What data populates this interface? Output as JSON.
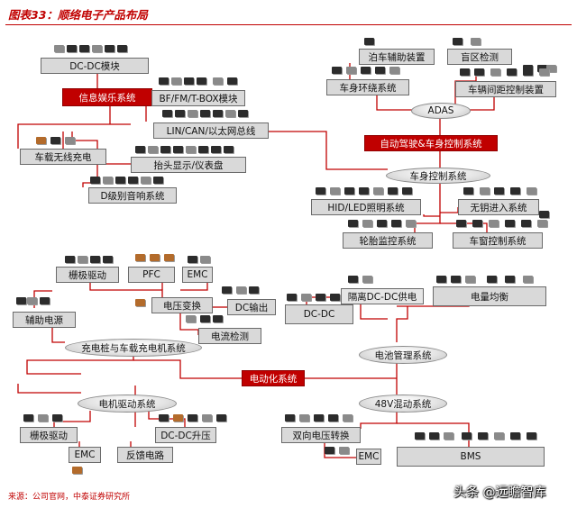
{
  "header": {
    "title": "图表33：顺络电子产品布局"
  },
  "footer": {
    "source": "来源：公司官网，中泰证券研究所",
    "watermark": "头条 @远瞻智库"
  },
  "upper": {
    "dcdc_module": "DC-DC模块",
    "infotainment": "信息娱乐系统",
    "bf_fm_tbox": "BF/FM/T-BOX模块",
    "lin_can": "LIN/CAN/以太网总线",
    "wireless_charge": "车载无线充电",
    "hud": "抬头显示/仪表盘",
    "class_d_audio": "D级别音响系统",
    "parking_assist": "泊车辅助装置",
    "blind_spot": "盲区检测",
    "surround_view": "车身环绕系统",
    "distance_control": "车辆间距控制装置",
    "adas": "ADAS",
    "autonomous": "自动驾驶&车身控制系统",
    "body_control": "车身控制系统",
    "hid_led": "HID/LED照明系统",
    "keyless": "无钥进入系统",
    "tire_monitor": "轮胎监控系统",
    "window_control": "车窗控制系统"
  },
  "lower": {
    "gate_drive_top": "栅极驱动",
    "pfc": "PFC",
    "emc_top": "EMC",
    "voltage_convert": "电压变换",
    "dc_output": "DC输出",
    "aux_power": "辅助电源",
    "current_detect": "电流检测",
    "charger_motor": "充电桩与车载充电机系统",
    "isolated_dcdc": "隔离DC-DC供电",
    "charge_balance": "电量均衡",
    "dcdc_right": "DC-DC",
    "battery_mgmt": "电池管理系统",
    "electrification": "电动化系统",
    "motor_drive": "电机驱动系统",
    "mild_hybrid": "48V混动系统",
    "gate_drive_bottom": "栅极驱动",
    "dcdc_boost": "DC-DC升压",
    "emc_bottom_left": "EMC",
    "feedback_circuit": "反馈电路",
    "bidirectional": "双向电压转换",
    "emc_bottom_right": "EMC",
    "bms": "BMS"
  },
  "colors": {
    "accent": "#c00000",
    "box_fill": "#d9d9d9",
    "wire": "#c00000"
  }
}
